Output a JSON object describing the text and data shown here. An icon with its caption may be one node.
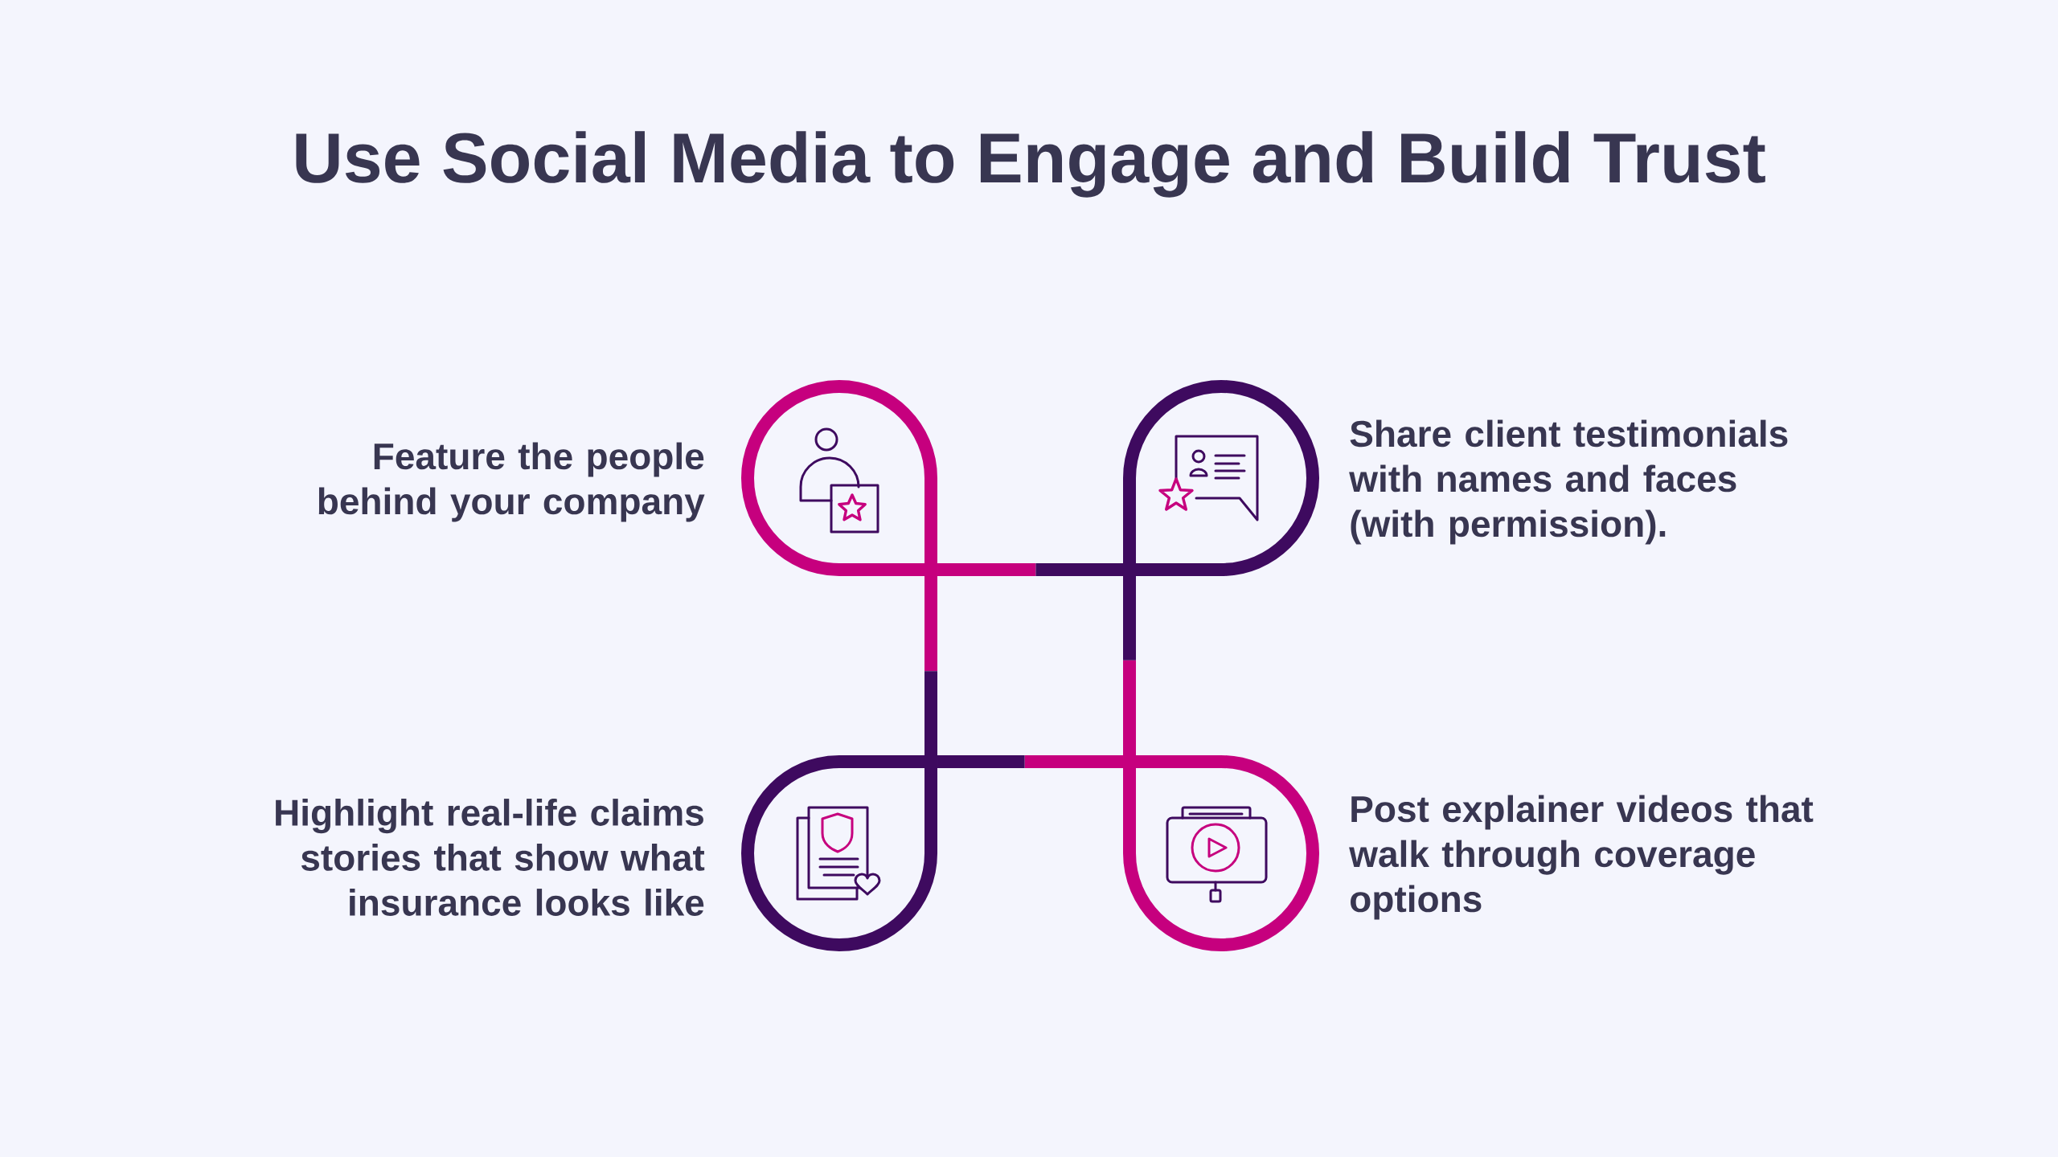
{
  "diagram": {
    "title": "Use Social Media to Engage and Build Trust",
    "nodes": [
      {
        "text": [],
        "shape": "circle",
        "beside": [
          "Feature the people behind your company"
        ]
      },
      {
        "text": [],
        "shape": "circle",
        "beside": [
          "Share client testimonials with names and faces (with permission)."
        ]
      },
      {
        "text": [],
        "shape": "circle",
        "beside": [
          "Highlight real-life claims stories that show what insurance looks like"
        ]
      },
      {
        "text": [],
        "shape": "circle",
        "beside": [
          "Post explainer videos that walk through coverage options"
        ]
      }
    ],
    "edges": [
      {
        "from": 0,
        "to": 1,
        "arrow": "none"
      },
      {
        "from": 0,
        "to": 2,
        "arrow": "none"
      },
      {
        "from": 3,
        "to": 1,
        "arrow": "none"
      },
      {
        "from": 3,
        "to": 2,
        "arrow": "none"
      }
    ]
  }
}
